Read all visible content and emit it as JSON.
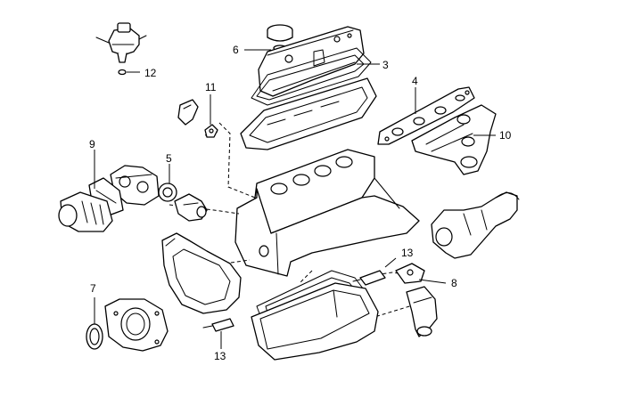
{
  "callouts": {
    "c3": "3",
    "c4": "4",
    "c5": "5",
    "c6": "6",
    "c7": "7",
    "c8": "8",
    "c9": "9",
    "c10": "10",
    "c11": "11",
    "c12": "12",
    "c13a": "13",
    "c13b": "13"
  }
}
